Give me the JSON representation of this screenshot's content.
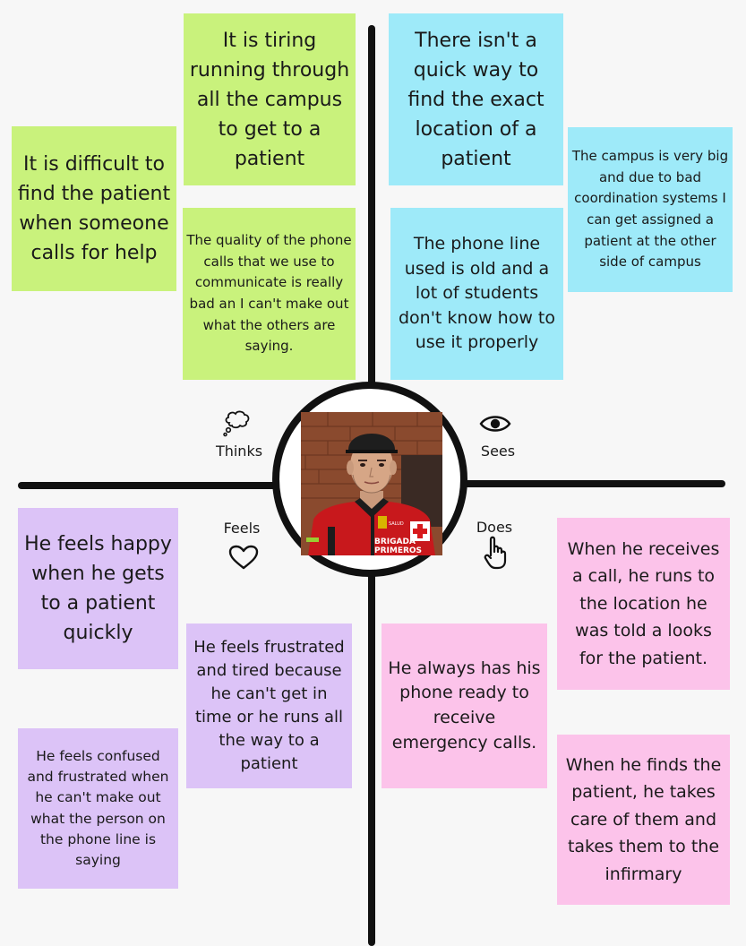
{
  "quadrants": {
    "thinks": "Thinks",
    "sees": "Sees",
    "feels": "Feels",
    "does": "Does"
  },
  "icons": {
    "thinks": "thought-bubble-icon",
    "sees": "eye-icon",
    "feels": "heart-icon",
    "does": "pointer-hand-icon"
  },
  "notes": {
    "thinks": [
      "It is tiring running through all the campus to get to a patient",
      "It is difficult to find the patient when someone calls for help",
      "The quality of the phone calls that we use to communicate is really bad an I can't make out what the others are saying."
    ],
    "sees": [
      "There isn't a quick way to find the exact location of a patient",
      "The campus is very big and due to bad coordination systems I can get assigned a patient at the other side of campus",
      "The phone line used is old and a lot of students don't know how to use it properly"
    ],
    "feels": [
      "He feels happy when he gets to a patient quickly",
      "He feels frustrated and tired because he can't get in time or he runs all the way to a patient",
      "He feels confused and frustrated when he can't make out what the person on the phone line is saying"
    ],
    "does": [
      "When he receives a call, he runs to the location he was told a looks for the patient.",
      "He always has his phone ready to receive emergency calls.",
      "When he finds the patient, he takes care of them and takes them to the infirmary"
    ]
  },
  "photo": {
    "jacket_text_1": "BRIGADA",
    "jacket_text_2": "PRIMEROS"
  },
  "colors": {
    "thinks": "#c9f27c",
    "sees": "#9eeaf9",
    "feels": "#dcc3f7",
    "does": "#fcc3ea",
    "axis": "#111111"
  }
}
